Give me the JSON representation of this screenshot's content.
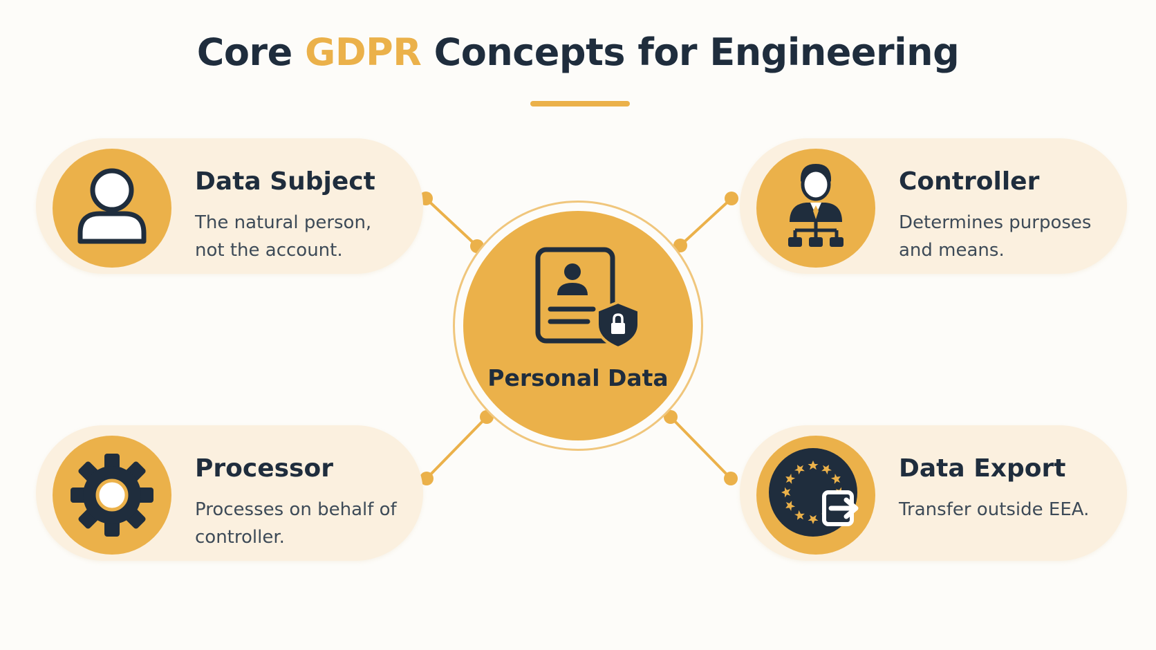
{
  "title": {
    "prefix": "Core ",
    "accent": "GDPR",
    "suffix": " Concepts for Engineering"
  },
  "colors": {
    "accent": "#ebb14a",
    "dark": "#1f2d3d",
    "card_background": "#fbf0df"
  },
  "center": {
    "label": "Personal Data",
    "icon": "document-shield-lock-icon"
  },
  "concepts": {
    "data_subject": {
      "heading": "Data Subject",
      "description": "The natural person, not the account.",
      "icon": "person-icon"
    },
    "controller": {
      "heading": "Controller",
      "description": "Determines purposes and means.",
      "icon": "manager-hierarchy-icon"
    },
    "processor": {
      "heading": "Processor",
      "description": "Processes on behalf of controller.",
      "icon": "gear-icon"
    },
    "data_export": {
      "heading": "Data Export",
      "description": "Transfer outside EEA.",
      "icon": "eu-flag-export-icon"
    }
  }
}
